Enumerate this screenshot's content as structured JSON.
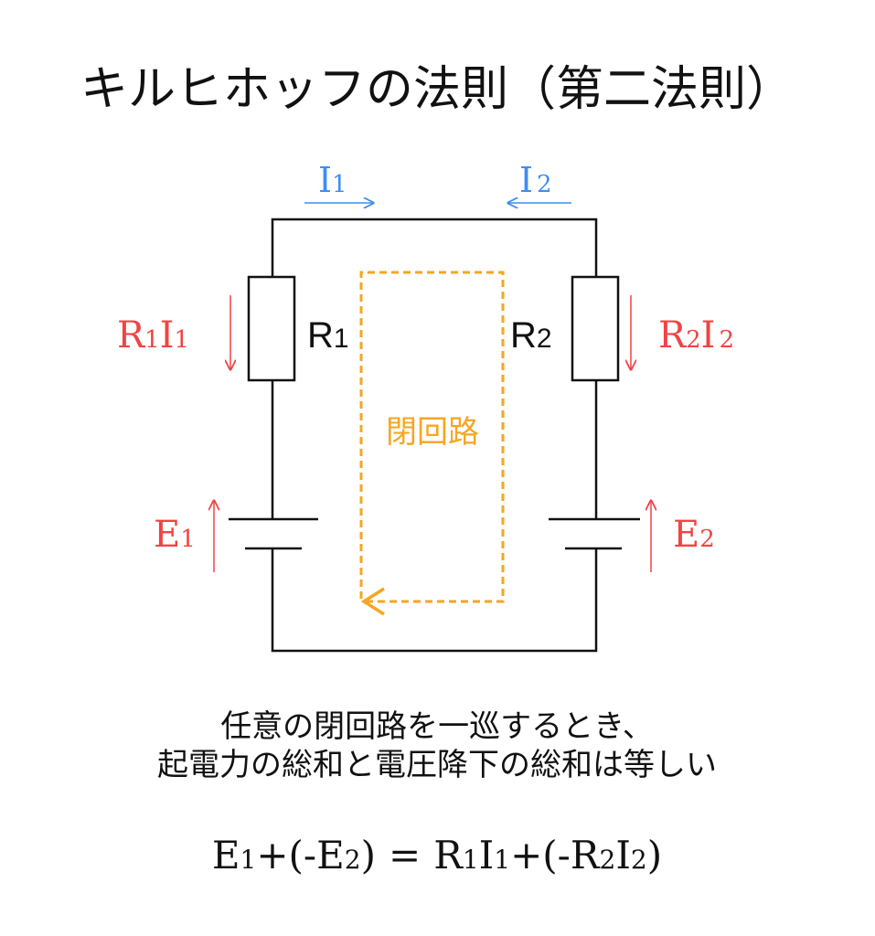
{
  "title": "キルヒホッフの法則（第二法則）",
  "currents": {
    "i1": {
      "main": "I",
      "sub": "1"
    },
    "i2": {
      "main": "I",
      "sub": "2"
    }
  },
  "resistors": {
    "r1": {
      "main": "R",
      "sub": "1"
    },
    "r2": {
      "main": "R",
      "sub": "2"
    }
  },
  "voltage_drops": {
    "v1": {
      "a": "R",
      "a_sub": "1",
      "b": "I",
      "b_sub": "1"
    },
    "v2": {
      "a": "R",
      "a_sub": "2",
      "b": "I",
      "b_sub": "2"
    }
  },
  "emfs": {
    "e1": {
      "main": "E",
      "sub": "1"
    },
    "e2": {
      "main": "E",
      "sub": "2"
    }
  },
  "loop_label": "閉回路",
  "statement": [
    "任意の閉回路を一巡するとき、",
    "起電力の総和と電圧降下の総和は等しい"
  ],
  "equation": {
    "lhs": [
      "E",
      "1",
      "+(-",
      "E",
      "2",
      ")"
    ],
    "eq": "=",
    "rhs": [
      "R",
      "1",
      "I",
      "1",
      "+(-",
      "R",
      "2",
      "I",
      "2",
      ")"
    ]
  },
  "colors": {
    "current": "#3d8ef0",
    "voltage": "#f04444",
    "loop": "#f5a623",
    "wire": "#111111"
  }
}
